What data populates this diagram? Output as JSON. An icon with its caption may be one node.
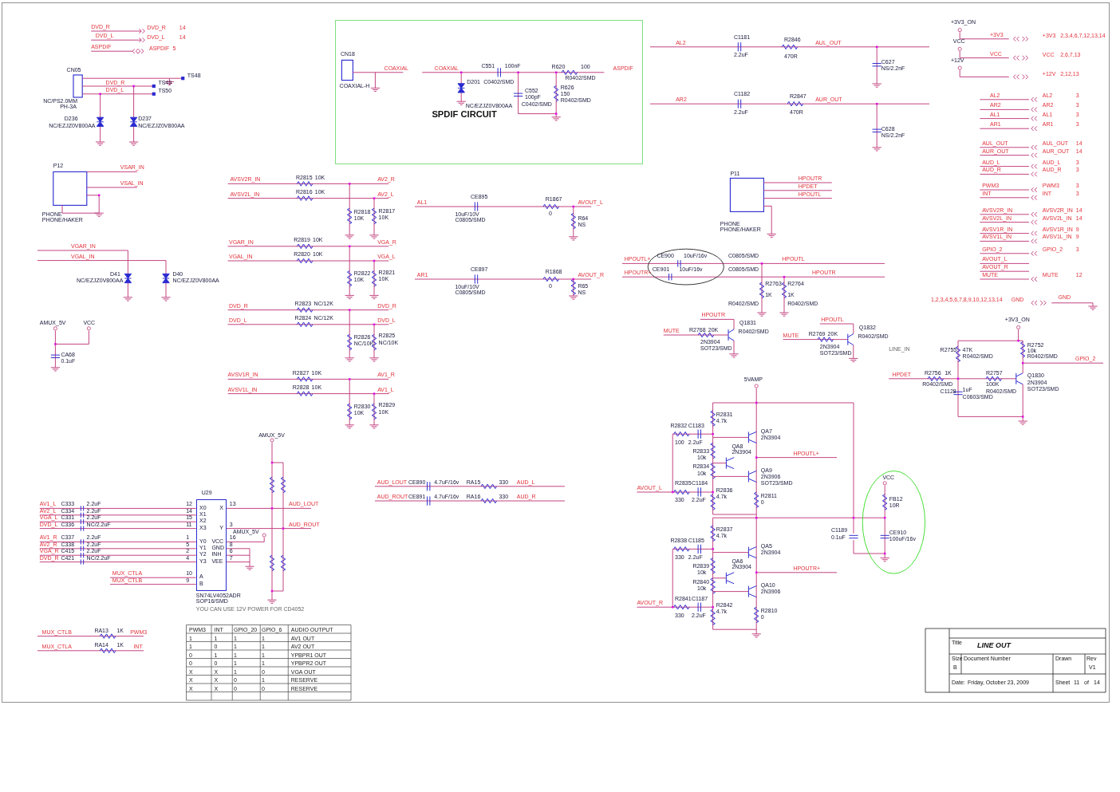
{
  "diagram": {
    "nodes": [
      {
        "text": [
          "SPDIF CIRCUIT"
        ]
      },
      {
        "text": [
          "U29"
        ],
        "beside": [
          "SN74LV4052ADR",
          "SOP16/SMD"
        ]
      }
    ],
    "labels": [
      "DVD_R",
      "DVD_R",
      "14",
      "DVD_L",
      "DVD_L",
      "14",
      "ASPDIF",
      "ASPDIF",
      "5",
      "CN05",
      "DVD_R",
      "DVD_L",
      "TS49",
      "TS50",
      "TS48",
      "NC/PS2.0MM",
      "PH-3A",
      "D236",
      "NC/EZJZ0V800AA",
      "D237",
      "NC/EZJZ0V800AA",
      "P12",
      "VSAR_IN",
      "VSAL_IN",
      "PHONE",
      "PHONE/HAKER",
      "AVSV2R_IN",
      "R2815",
      "10K",
      "AV2_R",
      "AVSV2L_IN",
      "R2816",
      "10K",
      "AV2_L",
      "R2818",
      "10K",
      "R2817",
      "10K",
      "VGAR_IN",
      "VGAL_IN",
      "D41",
      "NC/EZJZ0V800AA",
      "D40",
      "NC/EZJZ0V800AA",
      "VGAR_IN",
      "R2819",
      "10K",
      "VGA_R",
      "VGAL_IN",
      "R2820",
      "10K",
      "VGA_L",
      "R2822",
      "10K",
      "R2821",
      "10K",
      "DVD_R",
      "R2823",
      "NC/12K",
      "DVD_R",
      "DVD_L",
      "R2824",
      "NC/12K",
      "DVD_L",
      "R2826",
      "NC/10K",
      "R2825",
      "NC/10K",
      "AVSV1R_IN",
      "R2827",
      "10K",
      "AV1_R",
      "AVSV1L_IN",
      "R2828",
      "10K",
      "AV1_L",
      "R2830",
      "10K",
      "R2829",
      "10K",
      "AMUX_5V",
      "VCC",
      "CA68",
      "0.1uF",
      "AMUX_5V",
      "AV1_L",
      "C333",
      "2.2uF",
      "AV2_L",
      "C334",
      "2.2uF",
      "VGA_L",
      "C331",
      "2.2uF",
      "DVD_L",
      "C336",
      "NC/2.2uF",
      "AV1_R",
      "C337",
      "2.2uF",
      "AV2_R",
      "C338",
      "2.2uF",
      "VGA_R",
      "C415",
      "2.2uF",
      "DVD_R",
      "C421",
      "NC/2.2uF",
      "MUX_CTLA",
      "MUX_CTLB",
      "12",
      "14",
      "15",
      "11",
      "1",
      "5",
      "2",
      "4",
      "10",
      "9",
      "X0",
      "X1",
      "X2",
      "X3",
      "Y0",
      "Y1",
      "Y2",
      "Y3",
      "A",
      "B",
      "X",
      "Y",
      "VCC",
      "GND",
      "INH",
      "VEE",
      "13",
      "3",
      "16",
      "8",
      "6",
      "7",
      "AUD_LOUT",
      "AUD_ROUT",
      "AMUX_5V",
      "YOU CAN USE 12V POWER FOR CD4052",
      "PWM3",
      "INT",
      "GPIO_20",
      "GPIO_6",
      "AUDIO OUTPUT",
      "1",
      "1",
      "1",
      "1",
      "AV1 OUT",
      "1",
      "0",
      "1",
      "1",
      "AV2 OUT",
      "0",
      "1",
      "1",
      "1",
      "YPBPR1 OUT",
      "0",
      "0",
      "1",
      "1",
      "YPBPR2 OUT",
      "X",
      "X",
      "1",
      "0",
      "VGA OUT",
      "X",
      "X",
      "0",
      "1",
      "RESERVE",
      "X",
      "X",
      "0",
      "0",
      "RESERVE",
      "MUX_CTLB",
      "RA13",
      "1K",
      "PWM3",
      "MUX_CTLA",
      "RA14",
      "1K",
      "INT",
      "CN18",
      "COAXIAL-H",
      "COAXIAL",
      "COAXIAL",
      "D201",
      "NC/EZJZ0V800AA",
      "C551",
      "100nF",
      "C0402/SMD",
      "R620",
      "100",
      "R0402/SMD",
      "ASPDIF",
      "C552",
      "100pF",
      "C0402/SMD",
      "R626",
      "150",
      "R0402/SMD",
      "AL2",
      "C1181",
      "2.2uF",
      "R2846",
      "470R",
      "AUL_OUT",
      "C627",
      "NS/2.2nF",
      "AR2",
      "C1182",
      "2.2uF",
      "R2847",
      "470R",
      "AUR_OUT",
      "C628",
      "NS/2.2nF",
      "AL1",
      "CE895",
      "10uF/10V",
      "C0805/SMD",
      "R1867",
      "0",
      "AVOUT_L",
      "R64",
      "NS",
      "AR1",
      "CE897",
      "10uF/10V",
      "C0805/SMD",
      "R1868",
      "0",
      "AVOUT_R",
      "R65",
      "NS",
      "P11",
      "HPOUTR",
      "HPDET",
      "HPOUTL",
      "PHONE",
      "PHONE/HAKER",
      "HPOUTL+",
      "HPOUTR+",
      "CE900",
      "10uF/16v",
      "C0805/SMD",
      "CE901",
      "10uF/16v",
      "C0805/SMD",
      "HPOUTL",
      "HPOUTR",
      "R2763",
      "1K",
      "R0402/SMD",
      "R2764",
      "1K",
      "R0402/SMD",
      "HPOUTR",
      "MUTE",
      "R2768",
      "20K",
      "R0402/SMD",
      "Q1831",
      "2N3904",
      "SOT23/SMD",
      "HPOUTL",
      "MUTE",
      "R2769",
      "20K",
      "R0402/SMD",
      "Q1832",
      "2N3904",
      "SOT23/SMD",
      "5VAMP",
      "R2831",
      "4.7k",
      "C1183",
      "2.2uF",
      "R2832",
      "100",
      "R2833",
      "10k",
      "QA8",
      "2N3904",
      "QA7",
      "2N3904",
      "QA9",
      "2N3906",
      "SOT23/SMD",
      "R2834",
      "10k",
      "C1184",
      "2.2uF",
      "R2835",
      "330",
      "R2836",
      "4.7k",
      "R2811",
      "0",
      "HPOUTL+",
      "AVOUT_L",
      "R2837",
      "4.7k",
      "C1185",
      "2.2uF",
      "R2838",
      "330",
      "R2839",
      "10k",
      "QA6",
      "2N3904",
      "QA5",
      "2N3904",
      "R2840",
      "10k",
      "QA10",
      "2N3906",
      "C1187",
      "2.2uF",
      "R2841",
      "330",
      "R2842",
      "4.7k",
      "R2810",
      "0",
      "HPOUTR+",
      "AVOUT_R",
      "C1189",
      "0.1uF",
      "VCC",
      "FB12",
      "10R",
      "CE910",
      "100uF/16v",
      "AUD_LOUT",
      "CE890",
      "4.7uF/16v",
      "RA15",
      "330",
      "AUD_L",
      "AUD_ROUT",
      "CE891",
      "4.7uF/16v",
      "RA16",
      "330",
      "AUD_R",
      "+3V3_ON",
      "+3V3",
      "+3V3",
      "2,3,4,6,7,12,13,14",
      "VCC",
      "VCC",
      "VCC",
      "2,6,7,13",
      "+12V",
      "+12V",
      "2,12,13",
      "AL2",
      "AL2",
      "3",
      "AR2",
      "AR2",
      "3",
      "AL1",
      "AL1",
      "3",
      "AR1",
      "AR1",
      "3",
      "AUL_OUT",
      "AUL_OUT",
      "14",
      "AUR_OUT",
      "AUR_OUT",
      "14",
      "AUD_L",
      "AUD_L",
      "3",
      "AUD_R",
      "AUD_R",
      "3",
      "PWM3",
      "PWM3",
      "3",
      "INT",
      "INT",
      "3",
      "AVSV2R_IN",
      "AVSV2R_IN",
      "14",
      "AVSV2L_IN",
      "AVSV2L_IN",
      "14",
      "AVSV1R_IN",
      "AVSV1R_IN",
      "9",
      "AVSV1L_IN",
      "AVSV1L_IN",
      "9",
      "GPIO_2",
      "GPIO_2",
      "3",
      "AVOUT_L",
      "AVOUT_R",
      "MUTE",
      "MUTE",
      "12",
      "1,2,3,4,5,6,7,8,9,10,12,13,14",
      "GND",
      "GND",
      "+3V3_ON",
      "LINE_IN",
      "HPDET",
      "R2756",
      "1K",
      "R0402/SMD",
      "R2755",
      "47K",
      "R0402/SMD",
      "C1128",
      "1uF",
      "C0603/SMD",
      "R2757",
      "100K",
      "R0402/SMD",
      "R2752",
      "10k",
      "R0402/SMD",
      "GPIO_2",
      "Q1830",
      "2N3904",
      "SOT23/SMD",
      "Title",
      "LINE OUT",
      "Size",
      "B",
      "Document Number",
      "Drawn",
      "Rev",
      "V1",
      "Date:",
      "Friday, October 23, 2009",
      "Sheet",
      "11",
      "of",
      "14"
    ]
  }
}
